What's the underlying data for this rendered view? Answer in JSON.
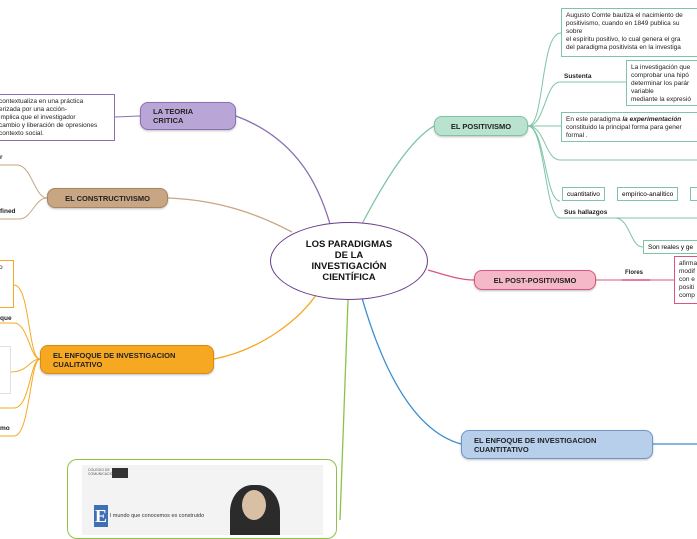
{
  "center": {
    "title": "LOS PARADIGMAS DE LA INVESTIGACIÓN CIENTÍFICA"
  },
  "branches": {
    "teoria": "LA TEORIA CRITICA",
    "constructivismo": "EL CONSTRUCTIVISMO",
    "cualitativo": "EL ENFOQUE DE INVESTIGACION CUALITATIVO",
    "positivismo": "EL POSITIVISMO",
    "postpositivismo": "EL POST-POSITIVISMO",
    "cuantitativo": "EL ENFOQUE DE INVESTIGACION CUANTITATIVO"
  },
  "teoria_text": "contextualiza en una práctica\nerizada por una acción-\nimplica que el investigador\ncambio y liberación de opresiones\ncontexto social.",
  "positivismo": {
    "comte": "Augusto Comte bautiza el nacimiento de\npositivismo, cuando en 1849 publica su\nsobre\nel espíritu positivo, lo cual genera el gra\ndel paradigma positivista en la investiga",
    "sustenta_label": "Sustenta",
    "sustenta": "La investigación que\ncomprobar una hipó\ndeterminar los parár\nvariable\nmediante la expresió",
    "exp_pre": "En este paradigma ",
    "exp_em": "la experimentación",
    "exp_post": "constituido la principal forma para gener\nformal .",
    "tags": [
      "cuantitativo",
      "empírico-analítico"
    ],
    "hallazgos_label": "Sus hallazgos",
    "hallazgos": "Son reales y ge"
  },
  "postpositivismo": {
    "label": "Flores",
    "afirma": "afirma\nmodif\ncon e\npositi\ncomp"
  },
  "left_labels": {
    "constr_top": "r",
    "constr_bottom": "fined",
    "cual_mid": "que",
    "cual_bottom": "mo"
  },
  "cual_box": "o",
  "image": {
    "logo": "COLEGIO DE\nCOMUNICACIÓN",
    "dropcap": "E",
    "quote": "l mundo que conocemos es construido"
  },
  "colors": {
    "teoria": "#8a6fb4",
    "constructivismo": "#c8a583",
    "cualitativo": "#f6a823",
    "positivismo": "#7fc4a6",
    "postpositivismo": "#d8577c",
    "cuantitativo": "#3b8ed0",
    "image": "#8bc34a"
  }
}
